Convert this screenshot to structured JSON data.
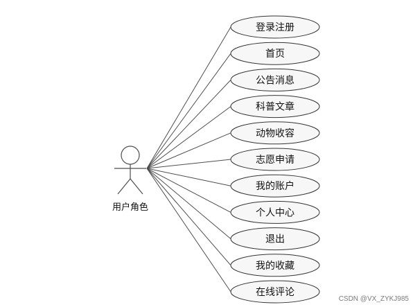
{
  "actor": {
    "label": "用户角色"
  },
  "use_cases": [
    "登录注册",
    "首页",
    "公告消息",
    "科普文章",
    "动物收容",
    "志愿申请",
    "我的账户",
    "个人中心",
    "退出",
    "我的收藏",
    "在线评论"
  ],
  "watermark": "CSDN @VX_ZYKJ985",
  "colors": {
    "line": "#4d4d4d",
    "ellipse_stroke": "#333333",
    "ellipse_fill": "#f7f7f7",
    "text": "#111111"
  }
}
